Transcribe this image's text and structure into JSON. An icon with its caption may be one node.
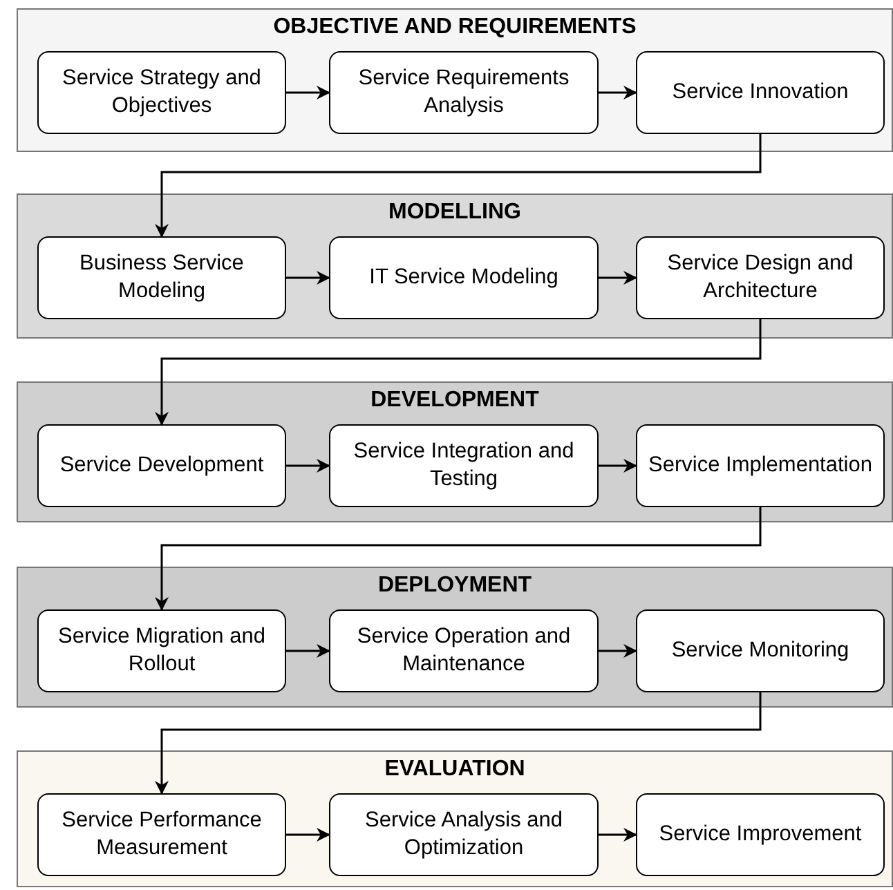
{
  "diagram": {
    "nodes": [
      {
        "text": [
          "OBJECTIVE AND REQUIREMENTS"
        ]
      },
      {
        "text": [
          "Service Strategy and Objectives"
        ],
        "in": 0
      },
      {
        "text": [
          "Service Requirements Analysis"
        ],
        "in": 0
      },
      {
        "text": [
          "Service Innovation"
        ],
        "in": 0
      },
      {
        "text": [
          "MODELLING"
        ]
      },
      {
        "text": [
          "Business Service Modeling"
        ],
        "in": 4
      },
      {
        "text": [
          "IT Service Modeling"
        ],
        "in": 4
      },
      {
        "text": [
          "Service Design and Architecture"
        ],
        "in": 4
      },
      {
        "text": [
          "DEVELOPMENT"
        ]
      },
      {
        "text": [
          "Service Development"
        ],
        "in": 8
      },
      {
        "text": [
          "Service Integration and Testing"
        ],
        "in": 8
      },
      {
        "text": [
          "Service Implementation"
        ],
        "in": 8
      },
      {
        "text": [
          "DEPLOYMENT"
        ]
      },
      {
        "text": [
          "Service Migration and Rollout"
        ],
        "in": 12
      },
      {
        "text": [
          "Service Operation and Maintenance"
        ],
        "in": 12
      },
      {
        "text": [
          "Service Monitoring"
        ],
        "in": 12
      },
      {
        "text": [
          "EVALUATION"
        ]
      },
      {
        "text": [
          "Service Performance Measurement"
        ],
        "in": 16
      },
      {
        "text": [
          "Service Analysis and Optimization"
        ],
        "in": 16
      },
      {
        "text": [
          "Service Improvement"
        ],
        "in": 16
      }
    ],
    "edges": [
      {
        "from": 1,
        "to": 2,
        "arrow": "to"
      },
      {
        "from": 2,
        "to": 3,
        "arrow": "to"
      },
      {
        "from": 3,
        "to": 5,
        "arrow": "to"
      },
      {
        "from": 5,
        "to": 6,
        "arrow": "to"
      },
      {
        "from": 6,
        "to": 7,
        "arrow": "to"
      },
      {
        "from": 7,
        "to": 9,
        "arrow": "to"
      },
      {
        "from": 9,
        "to": 10,
        "arrow": "to"
      },
      {
        "from": 10,
        "to": 11,
        "arrow": "to"
      },
      {
        "from": 11,
        "to": 13,
        "arrow": "to"
      },
      {
        "from": 13,
        "to": 14,
        "arrow": "to"
      },
      {
        "from": 14,
        "to": 15,
        "arrow": "to"
      },
      {
        "from": 15,
        "to": 17,
        "arrow": "to"
      },
      {
        "from": 17,
        "to": 18,
        "arrow": "to"
      },
      {
        "from": 18,
        "to": 19,
        "arrow": "to"
      }
    ]
  }
}
